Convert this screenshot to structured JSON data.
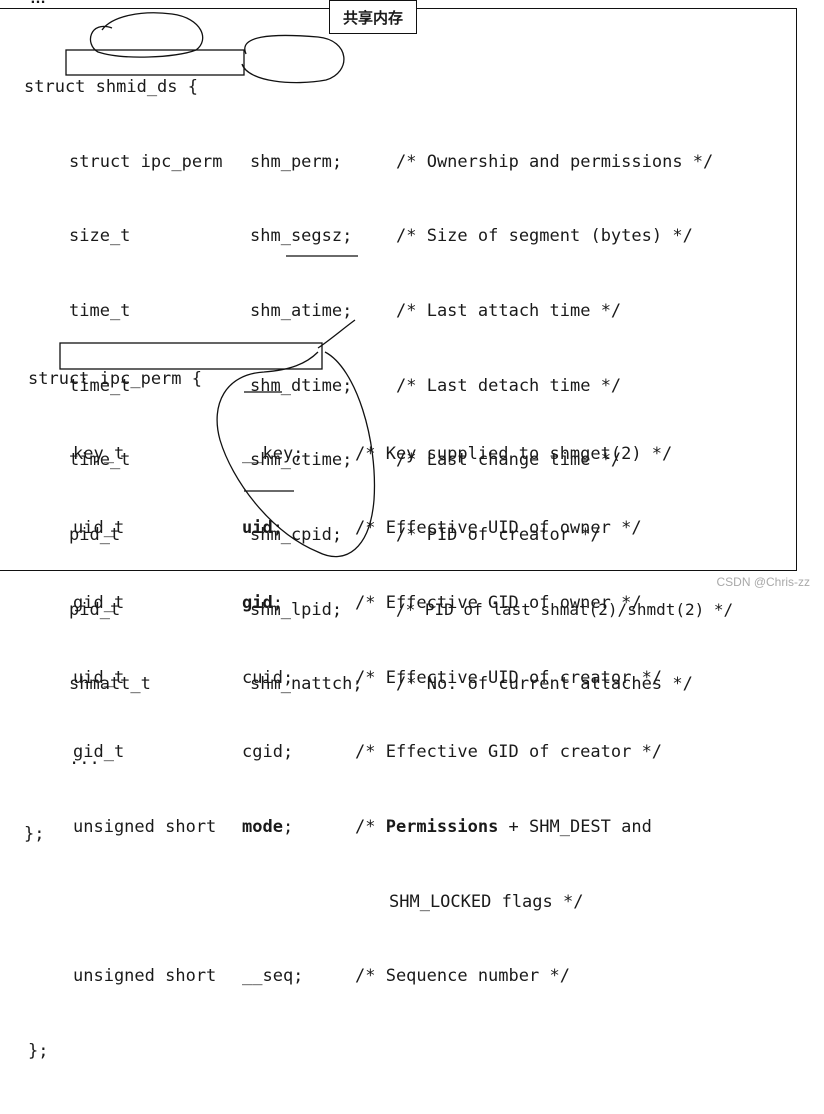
{
  "top_cut_text": "…",
  "tag_label": "共享内存",
  "shmid_ds": {
    "open": "struct shmid_ds {",
    "rows": [
      {
        "type": "struct ipc_perm",
        "field": "shm_perm;",
        "comment": "/* Ownership and permissions */"
      },
      {
        "type": "size_t",
        "field": "shm_segsz;",
        "comment": "/* Size of segment (bytes) */"
      },
      {
        "type": "time_t",
        "field": "shm_atime;",
        "comment": "/* Last attach time */"
      },
      {
        "type": "time_t",
        "field": "shm_dtime;",
        "comment": "/* Last detach time */"
      },
      {
        "type": "time_t",
        "field": "shm_ctime;",
        "comment": "/* Last change time */"
      },
      {
        "type": "pid_t",
        "field": "shm_cpid;",
        "comment": "/* PID of creator */"
      },
      {
        "type": "pid_t",
        "field": "shm_lpid;",
        "comment": "/* PID of last shmat(2)/shmdt(2) */"
      },
      {
        "type": "shmatt_t",
        "field": "shm_nattch;",
        "comment": "/* No. of current attaches */"
      }
    ],
    "ellipsis": "...",
    "close": "};"
  },
  "ipc_perm": {
    "open": "struct ipc_perm {",
    "rows": [
      {
        "type": "key_t",
        "field": "__key;",
        "comment": "/* Key supplied to shmget(2) */"
      },
      {
        "type": "uid_t",
        "field_bold": "uid",
        "field_rest": ";",
        "comment": "/* Effective UID of owner */"
      },
      {
        "type": "gid_t",
        "field_bold": "gid",
        "field_rest": ";",
        "comment": "/* Effective GID of owner */"
      },
      {
        "type": "uid_t",
        "field": "cuid;",
        "comment": "/* Effective UID of creator */"
      },
      {
        "type": "gid_t",
        "field": "cgid;",
        "comment": "/* Effective GID of creator */"
      },
      {
        "type": "unsigned short",
        "field_bold": "mode",
        "field_rest": ";",
        "comment_pre": "/* ",
        "comment_bold": "Permissions",
        "comment_post": " + SHM_DEST and"
      },
      {
        "comment_cont": "SHM_LOCKED flags */"
      },
      {
        "type": "unsigned short",
        "field": "__seq;",
        "comment": "/* Sequence number */"
      }
    ],
    "close": "};"
  },
  "watermark": "CSDN @Chris-zz"
}
